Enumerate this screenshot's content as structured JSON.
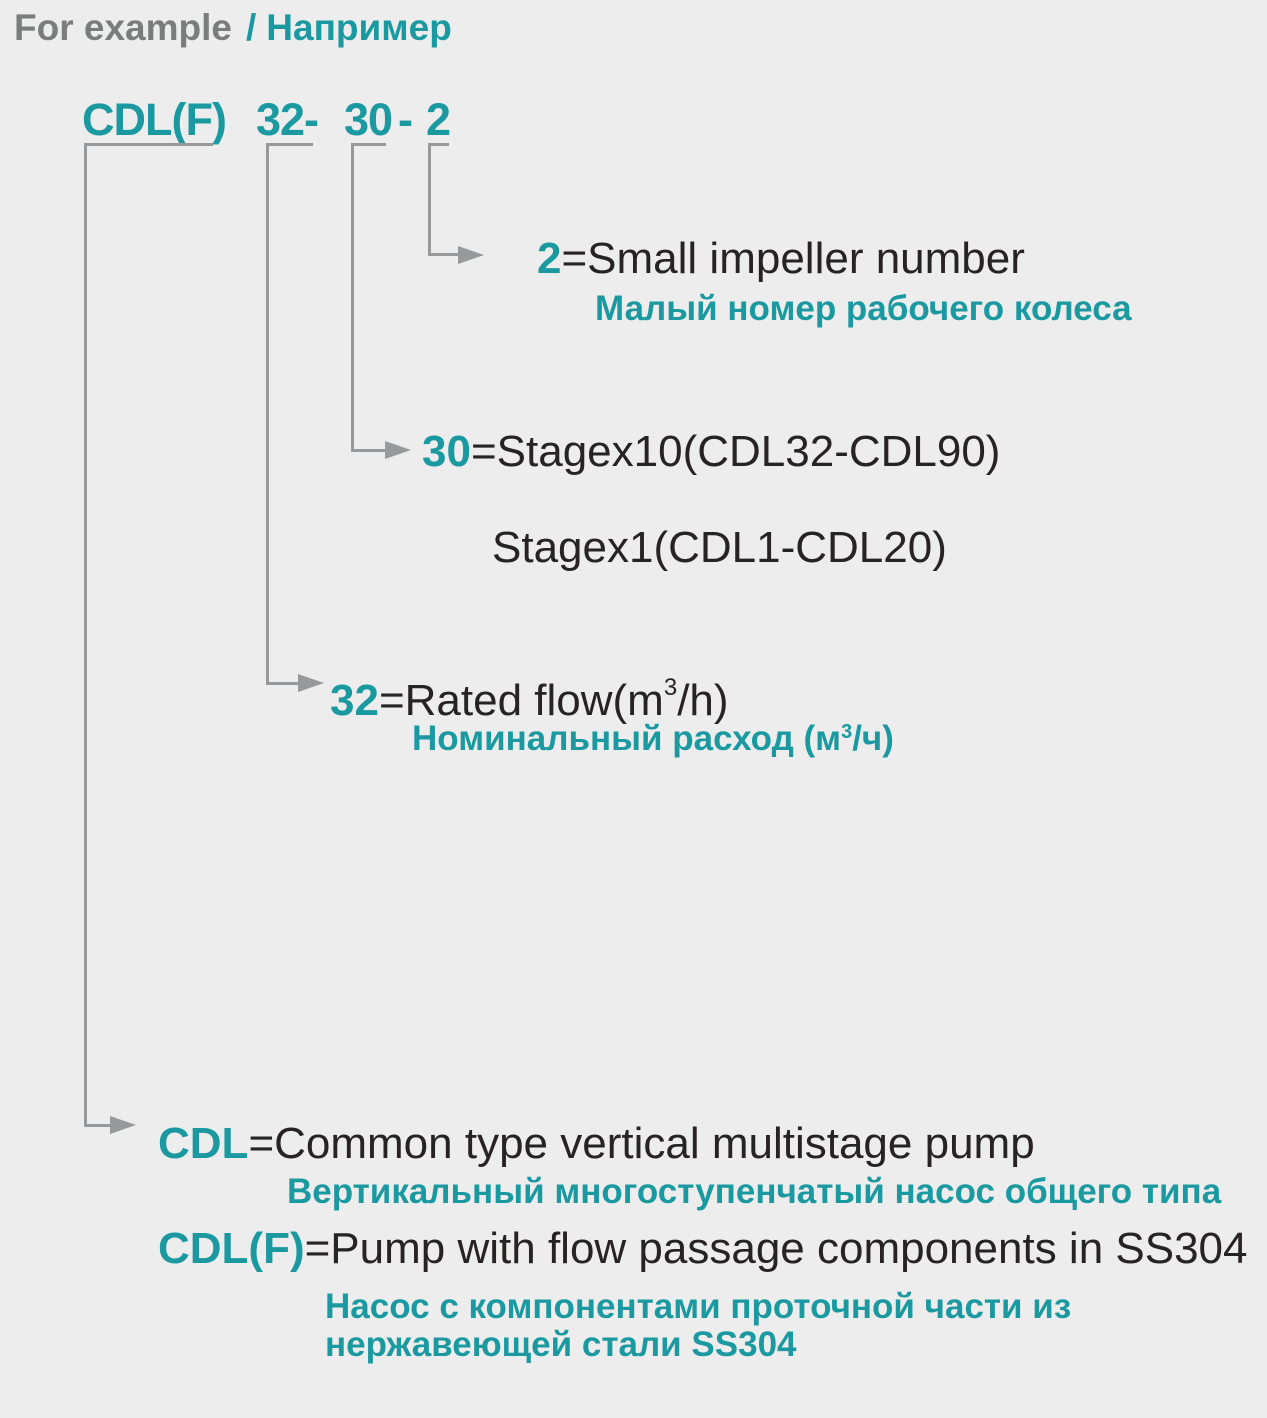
{
  "colors": {
    "background": "#ecedec",
    "teal": "#1b99a1",
    "text_black": "#272223",
    "title_gray": "#7b7c7c",
    "line_gray": "#97999a"
  },
  "header": {
    "title_en": "For example",
    "separator": "/",
    "title_ru": "Например"
  },
  "model_code": {
    "series": "CDL(F)",
    "flow": "32-",
    "stage": "30",
    "dash": "-",
    "impeller": "2"
  },
  "entries": {
    "impeller": {
      "key": "2",
      "en": "=Small impeller number",
      "ru": "Малый номер рабочего колеса"
    },
    "stage": {
      "key": "30",
      "en": "=Stagex10(CDL32-CDL90)",
      "en2": "Stagex1(CDL1-CDL20)"
    },
    "flow": {
      "key": "32",
      "en_pre": "=Rated flow(m",
      "en_sup": "3",
      "en_post": "/h)",
      "ru_pre": "Номинальный расход (м",
      "ru_sup": "3",
      "ru_post": "/ч)"
    },
    "cdl": {
      "key": "CDL",
      "en": "=Common type vertical multistage pump",
      "ru": "Вертикальный многоступенчатый насос общего типа"
    },
    "cdlf": {
      "key": "CDL(F)",
      "en": "=Pump with flow passage components in SS304",
      "ru1": "Насос с компонентами проточной части из",
      "ru2": "нержавеющей стали SS304"
    }
  }
}
